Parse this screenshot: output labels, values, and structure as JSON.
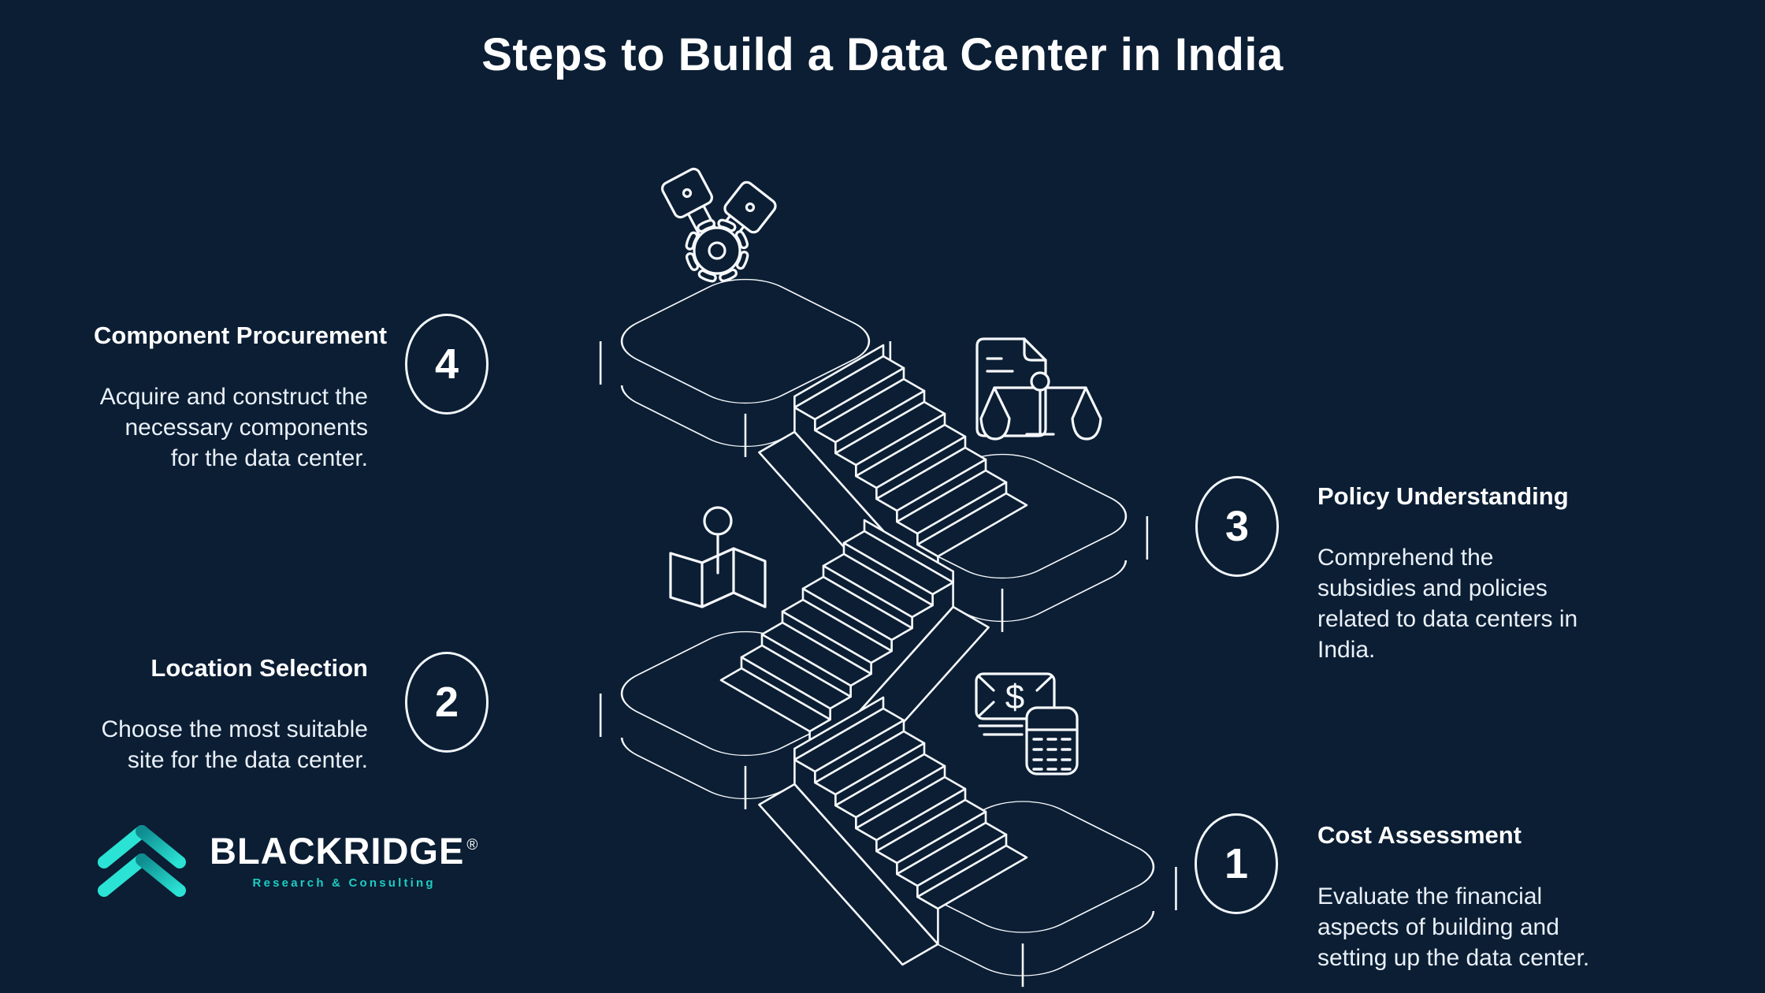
{
  "title": "Steps to Build a Data Center in India",
  "steps": [
    {
      "number": "1",
      "heading": "Cost Assessment",
      "description": "Evaluate the financial aspects of building and setting up the data center."
    },
    {
      "number": "2",
      "heading": "Location Selection",
      "description": "Choose the most suitable site for the data center."
    },
    {
      "number": "3",
      "heading": "Policy Understanding",
      "description": "Comprehend the subsidies and policies related to data centers in India."
    },
    {
      "number": "4",
      "heading": "Component Procurement",
      "description": "Acquire and construct the necessary components for the data center."
    }
  ],
  "illustration": {
    "type": "isometric-staircase",
    "platform_count": 4,
    "flights": 3,
    "icons": {
      "step4": "pistons-gear-icon",
      "step3": "document-scales-icon",
      "step2": "map-pin-icon",
      "step1": "money-calculator-icon"
    },
    "dollar_sign": "$"
  },
  "logo": {
    "name": "BLACKRIDGE",
    "registered": "®",
    "tagline": "Research & Consulting"
  },
  "colors": {
    "background": "#0B1E34",
    "line": "#F6F8FB",
    "teal": "#2BE3D4",
    "teal_dark": "#0E8C90"
  }
}
